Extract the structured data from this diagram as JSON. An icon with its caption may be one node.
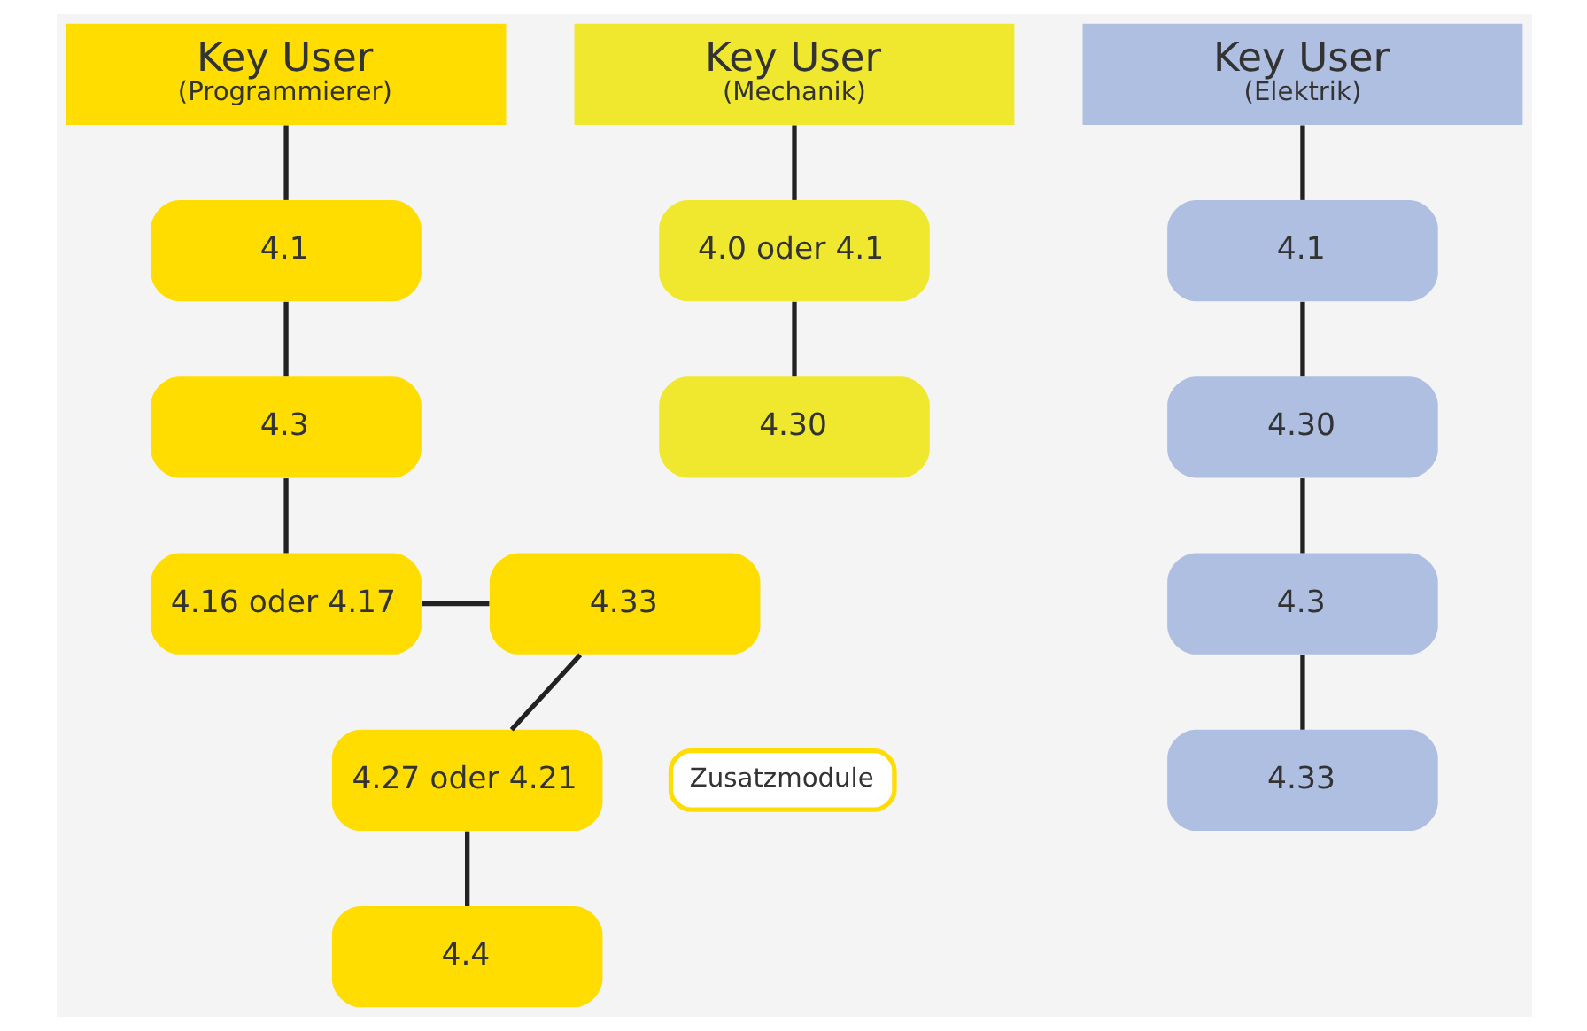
{
  "diagram": {
    "nodes": [
      {
        "text": [
          "Key User",
          "(Programmierer)"
        ]
      },
      {
        "text": [
          "4.1"
        ]
      },
      {
        "text": [
          "4.3"
        ]
      },
      {
        "text": [
          "4.16 oder 4.17"
        ]
      },
      {
        "text": [
          "4.33"
        ]
      },
      {
        "text": [
          "4.27 oder 4.21"
        ]
      },
      {
        "text": [
          "4.4"
        ]
      },
      {
        "text": [
          "Key User",
          "(Mechanik)"
        ]
      },
      {
        "text": [
          "4.0 oder 4.1"
        ]
      },
      {
        "text": [
          "4.30"
        ]
      },
      {
        "text": [
          "Key User",
          "(Elektrik)"
        ]
      },
      {
        "text": [
          "4.1"
        ]
      },
      {
        "text": [
          "4.30"
        ]
      },
      {
        "text": [
          "4.3"
        ]
      },
      {
        "text": [
          "4.33"
        ]
      },
      {
        "text": [
          "Zusatzmodule"
        ]
      }
    ],
    "edges": [
      {
        "from": 0,
        "to": 1,
        "arrow": "none"
      },
      {
        "from": 1,
        "to": 2,
        "arrow": "none"
      },
      {
        "from": 2,
        "to": 3,
        "arrow": "none"
      },
      {
        "from": 3,
        "to": 4,
        "arrow": "none"
      },
      {
        "from": 4,
        "to": 5,
        "arrow": "none"
      },
      {
        "from": 5,
        "to": 6,
        "arrow": "none"
      },
      {
        "from": 7,
        "to": 8,
        "arrow": "none"
      },
      {
        "from": 8,
        "to": 9,
        "arrow": "none"
      },
      {
        "from": 10,
        "to": 11,
        "arrow": "none"
      },
      {
        "from": 11,
        "to": 12,
        "arrow": "none"
      },
      {
        "from": 12,
        "to": 13,
        "arrow": "none"
      },
      {
        "from": 13,
        "to": 14,
        "arrow": "none"
      }
    ]
  }
}
